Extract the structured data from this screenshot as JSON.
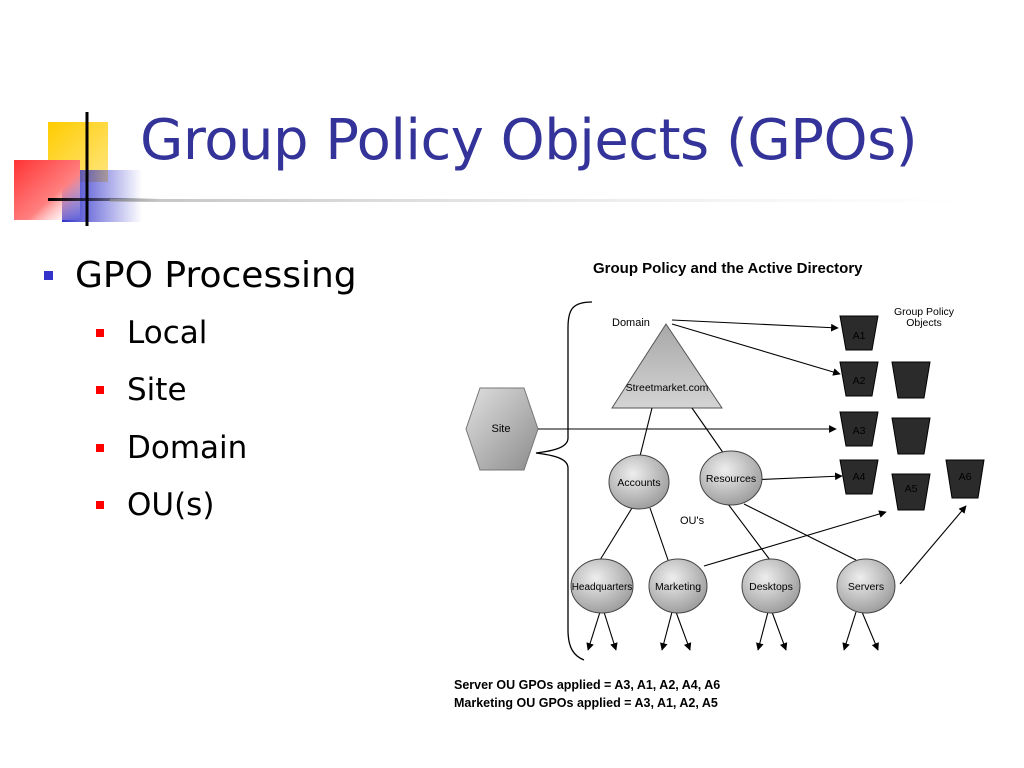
{
  "slide": {
    "title": "Group Policy Objects (GPOs)",
    "bullet": "GPO Processing",
    "sub_bullets": [
      "Local",
      "Site",
      "Domain",
      "OU(s)"
    ]
  },
  "diagram": {
    "title": "Group Policy and the Active Directory",
    "gpo_header_line1": "Group Policy",
    "gpo_header_line2": "Objects",
    "domain_label": "Domain",
    "domain_name": "Streetmarket.com",
    "site_label": "Site",
    "ou_caption": "OU's",
    "ou_accounts": "Accounts",
    "ou_resources": "Resources",
    "ou_headquarters": "Headquarters",
    "ou_marketing": "Marketing",
    "ou_desktops": "Desktops",
    "ou_servers": "Servers",
    "gpos": [
      "A1",
      "A2",
      "A3",
      "A4",
      "A5",
      "A6"
    ],
    "summary_line1": "Server OU GPOs applied = A3, A1, A2, A4, A6",
    "summary_line2": "Marketing OU GPOs applied = A3, A1, A2, A5"
  },
  "colors": {
    "title": "#333399",
    "bullet_l1": "#3333cc",
    "bullet_l2": "#ff0000",
    "deco_yellow": "#ffcc00",
    "deco_blue": "#3333cc",
    "deco_red": "#ff3333"
  }
}
